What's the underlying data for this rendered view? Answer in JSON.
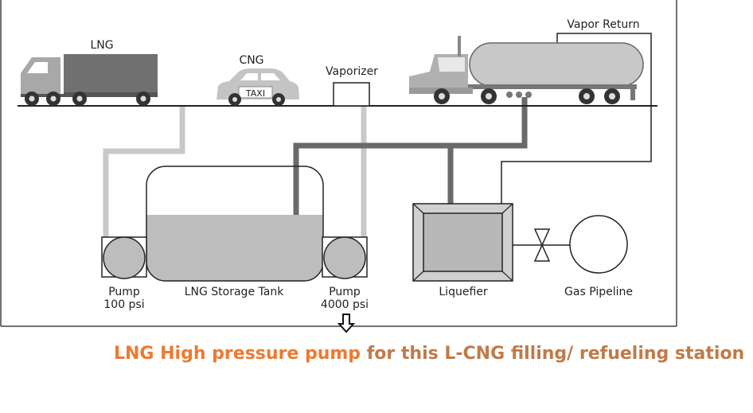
{
  "labels": {
    "lng_truck": "LNG",
    "cng_car": "CNG",
    "taxi_sign": "TAXI",
    "vaporizer": "Vaporizer",
    "vapor_return": "Vapor Return",
    "pump_low": "Pump",
    "pump_low_pressure": "100 psi",
    "storage_tank": "LNG Storage Tank",
    "pump_high": "Pump",
    "pump_high_pressure": "4000 psi",
    "liquefier": "Liquefier",
    "gas_pipeline": "Gas Pipeline"
  },
  "caption": {
    "highlight": "LNG High pressure pump",
    "rest": " for this L-CNG filling/ refueling station"
  },
  "icons": {
    "pointer": "down-arrow-icon",
    "valve": "valve-icon"
  },
  "colors": {
    "caption_highlight": "#ee7a30",
    "caption_rest": "#c07a48",
    "light_pipe": "#c8c8c8",
    "dark_pipe": "#6a6a6a",
    "tank_fill": "#bdbdbd"
  }
}
